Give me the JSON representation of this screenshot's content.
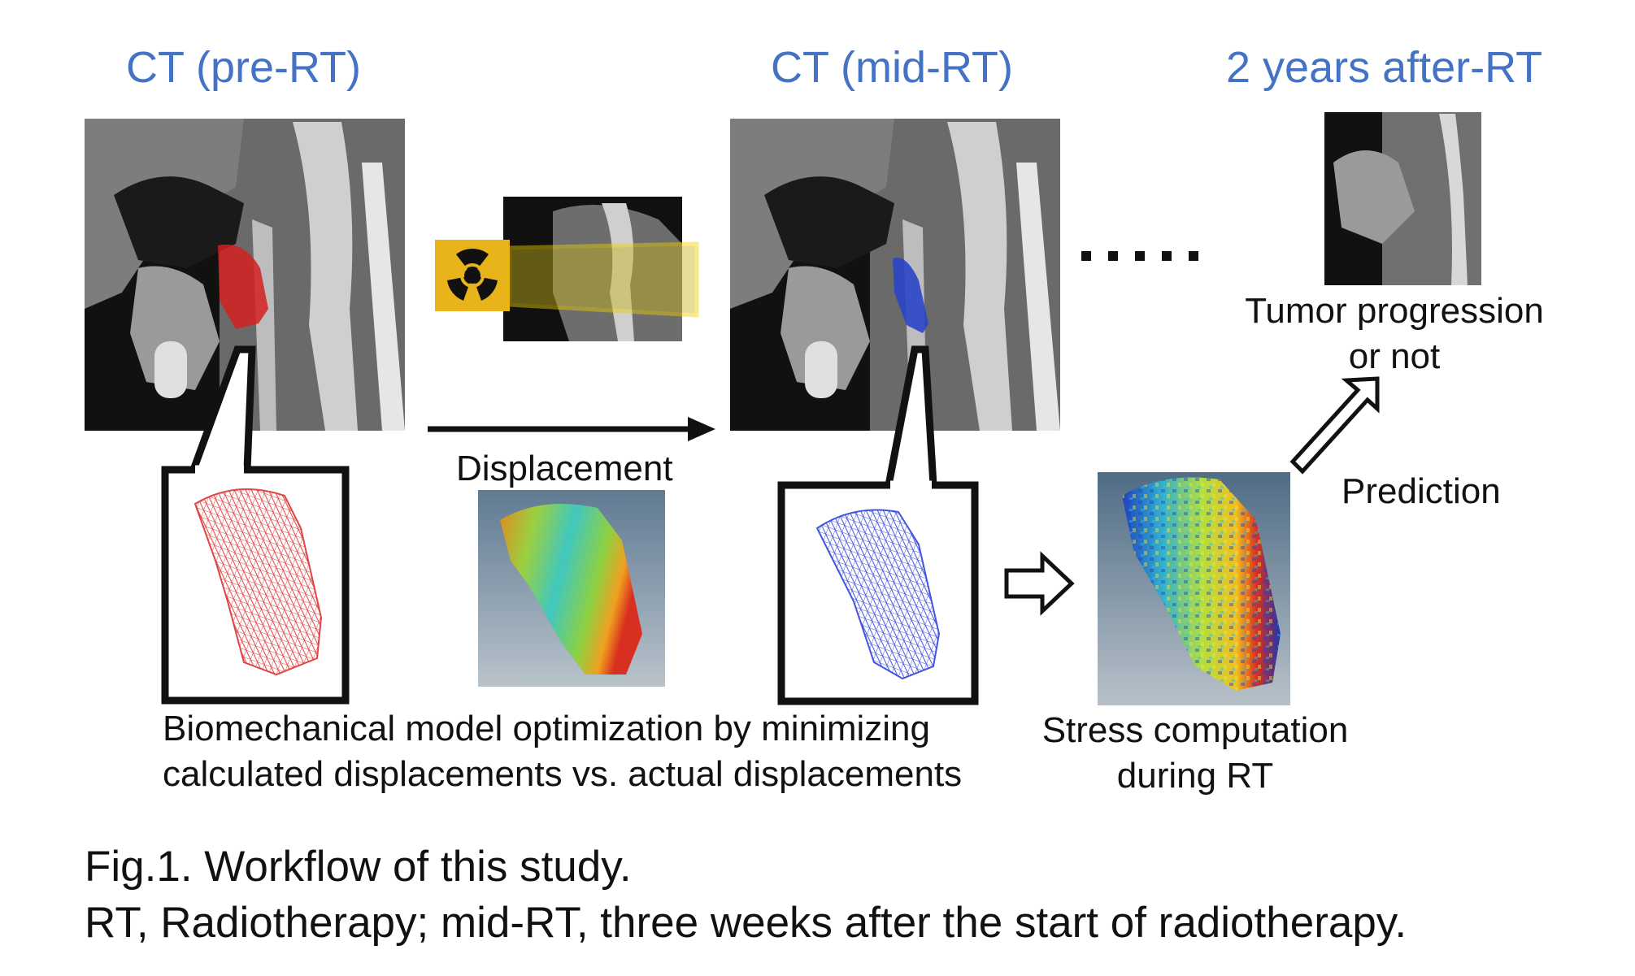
{
  "titles": {
    "pre_rt": "CT (pre-RT)",
    "mid_rt": "CT (mid-RT)",
    "after_rt": "2 years after-RT"
  },
  "labels": {
    "displacement": "Displacement",
    "tumor_progression_line1": "Tumor progression",
    "tumor_progression_line2": "or not",
    "prediction": "Prediction",
    "biomech_line1": "Biomechanical model optimization by minimizing",
    "biomech_line2": "calculated displacements vs. actual displacements",
    "stress_line1": "Stress computation",
    "stress_line2": "during RT",
    "ellipsis": "....."
  },
  "caption": {
    "line1": "Fig.1. Workflow of this study.",
    "line2": "RT, Radiotherapy; mid-RT, three weeks after the start of radiotherapy."
  },
  "colors": {
    "title_blue": "#4472c4",
    "tumor_red": "#d42020",
    "tumor_blue": "#2a45c8",
    "radiation_yellow": "#e8b41a"
  }
}
